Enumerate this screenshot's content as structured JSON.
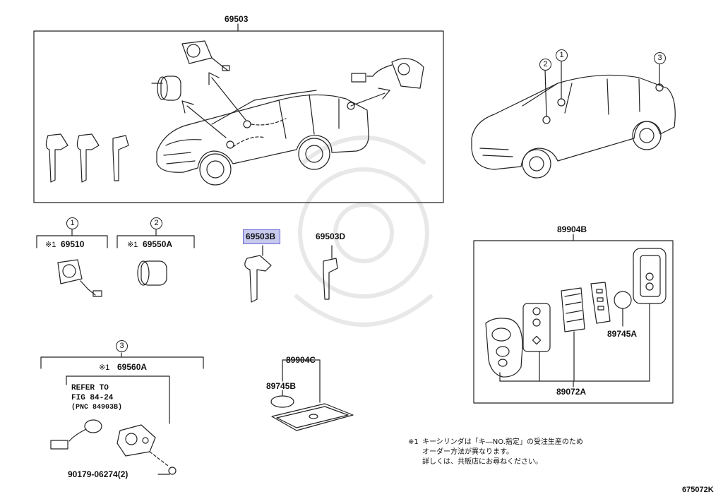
{
  "diagram": {
    "top_group": {
      "part_no": "69503"
    },
    "callouts": {
      "c1": "1",
      "c2": "2",
      "c3": "3"
    },
    "group1": {
      "callout": "1",
      "mark": "※1",
      "part_no": "69510"
    },
    "group2": {
      "callout": "2",
      "mark": "※1",
      "part_no": "69550A"
    },
    "group3": {
      "callout": "3",
      "mark": "※1",
      "part_no": "69560A",
      "refer_line1": "REFER TO",
      "refer_line2": "FIG 84-24",
      "refer_line3": "(PNC 84903B)",
      "screw_part_no": "90179-06274(2)"
    },
    "key_highlighted": {
      "part_no": "69503B"
    },
    "key_other": {
      "part_no": "69503D"
    },
    "card_group": {
      "part_no": "89904C",
      "battery_part_no": "89745B"
    },
    "smart_key_group": {
      "part_no": "89904B",
      "battery_part_no": "89745A",
      "transmitter_part_no": "89072A"
    },
    "note": {
      "mark": "※1",
      "line1": "キーシリンダは「キ―NO.指定」の受注生産のため",
      "line2": "オーダー方法が異なります。",
      "line3": "詳しくは、共販店にお尋ねください。"
    },
    "figure_id": "675072K",
    "colors": {
      "highlight": "#c7c9ef",
      "line": "#222222"
    }
  }
}
